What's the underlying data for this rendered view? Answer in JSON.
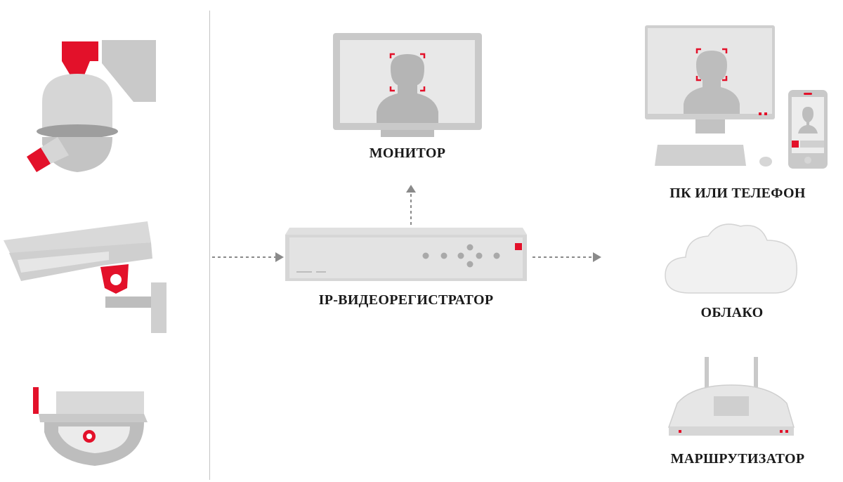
{
  "diagram": {
    "labels": {
      "monitor": "МОНИТОР",
      "nvr": "IP-ВИДЕОРЕГИСТРАТОР",
      "pc_phone": "ПК ИЛИ ТЕЛЕФОН",
      "cloud": "ОБЛАКО",
      "router": "МАРШРУТИЗАТОР"
    },
    "icons": [
      "ptz-dome-camera-icon",
      "bullet-camera-icon",
      "dome-camera-icon",
      "monitor-icon",
      "nvr-icon",
      "pc-icon",
      "phone-icon",
      "cloud-icon",
      "router-icon"
    ],
    "colors": {
      "accent": "#e3112a",
      "device_gray": "#c9c9c9",
      "device_light": "#e3e3e3",
      "arrow": "#8a8a8a",
      "divider": "#bdbdbd"
    }
  }
}
